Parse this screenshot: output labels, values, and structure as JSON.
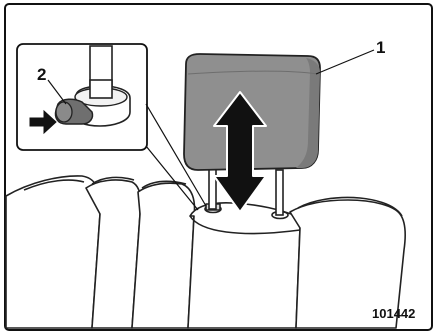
{
  "figure": {
    "callouts": {
      "headrest": "1",
      "release_button": "2"
    },
    "figure_id": "101442"
  },
  "colors": {
    "frame": "#111111",
    "headrest_fill": "#8f8f8f",
    "headrest_shade": "#7a7a7a",
    "arrow": "#111111",
    "line_art": "#222222"
  }
}
